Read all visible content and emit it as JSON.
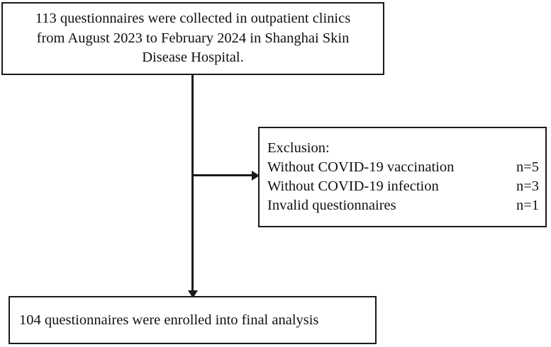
{
  "diagram": {
    "type": "flowchart",
    "title": "Study participant flow diagram",
    "background_color": "#ffffff",
    "line_color": "#1a1a1a"
  },
  "enrollment_box": {
    "lines": [
      "113 questionnaires were collected in outpatient clinics",
      "from August 2023 to February 2024 in Shanghai Skin",
      "Disease Hospital."
    ]
  },
  "exclusion_box": {
    "heading": "Exclusion:",
    "items": [
      {
        "reason": "Without COVID-19 vaccination",
        "count": "n=5"
      },
      {
        "reason": "Without COVID-19 infection",
        "count": "n=3"
      },
      {
        "reason": "Invalid questionnaires",
        "count": "n=1"
      }
    ]
  },
  "final_box": {
    "text": "104 questionnaires were enrolled into final analysis"
  },
  "connectors": {
    "main_stem": "vertical-line",
    "exclusion_branch": "horizontal-line-with-arrow",
    "final_arrow": "down-arrow"
  }
}
